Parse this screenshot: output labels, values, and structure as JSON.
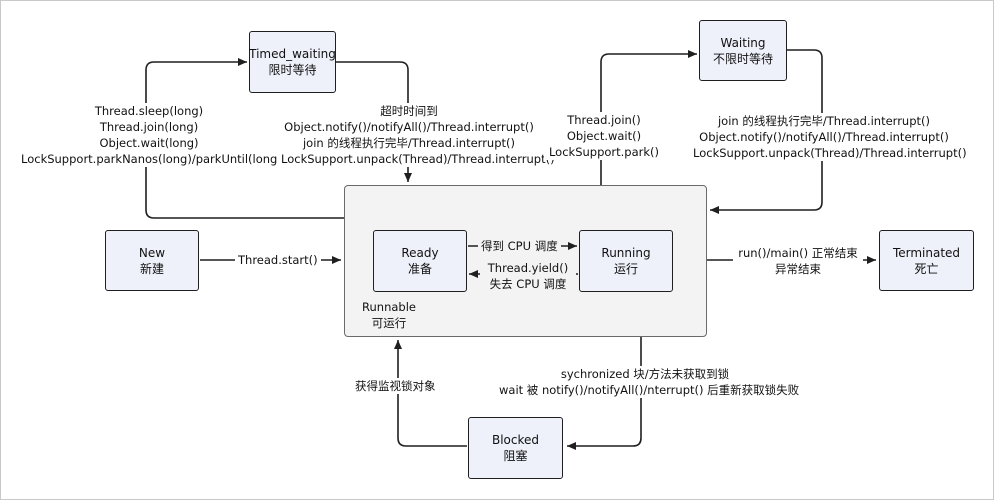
{
  "states": {
    "new": {
      "en": "New",
      "cn": "新建"
    },
    "runnable": {
      "en": "Runnable",
      "cn": "可运行"
    },
    "ready": {
      "en": "Ready",
      "cn": "准备"
    },
    "running": {
      "en": "Running",
      "cn": "运行"
    },
    "timed_waiting": {
      "en": "Timed_waiting",
      "cn": "限时等待"
    },
    "waiting": {
      "en": "Waiting",
      "cn": "不限时等待"
    },
    "terminated": {
      "en": "Terminated",
      "cn": "死亡"
    },
    "blocked": {
      "en": "Blocked",
      "cn": "阻塞"
    }
  },
  "transitions": {
    "start": "Thread.start()",
    "ready_to_running": "得到 CPU 调度",
    "running_to_ready": [
      "Thread.yield()",
      "失去 CPU 调度"
    ],
    "to_timed_waiting": [
      "Thread.sleep(long)",
      "Thread.join(long)",
      "Object.wait(long)",
      "LockSupport.parkNanos(long)/parkUntil(long)"
    ],
    "from_timed_waiting": [
      "超时时间到",
      "Object.notify()/notifyAll()/Thread.interrupt()",
      "join 的线程执行完毕/Thread.interrupt()",
      "LockSupport.unpack(Thread)/Thread.interrupt()"
    ],
    "to_waiting": [
      "Thread.join()",
      "Object.wait()",
      "LockSupport.park()"
    ],
    "from_waiting": [
      "join 的线程执行完毕/Thread.interrupt()",
      "Object.notify()/notifyAll()/Thread.interrupt()",
      "LockSupport.unpack(Thread)/Thread.interrupt()"
    ],
    "to_terminated": [
      "run()/main() 正常结束",
      "异常结束"
    ],
    "to_blocked": [
      "sychronized 块/方法未获取到锁",
      "wait 被 notify()/notifyAll()/nterrupt() 后重新获取锁失败"
    ],
    "from_blocked": "获得监视锁对象"
  }
}
